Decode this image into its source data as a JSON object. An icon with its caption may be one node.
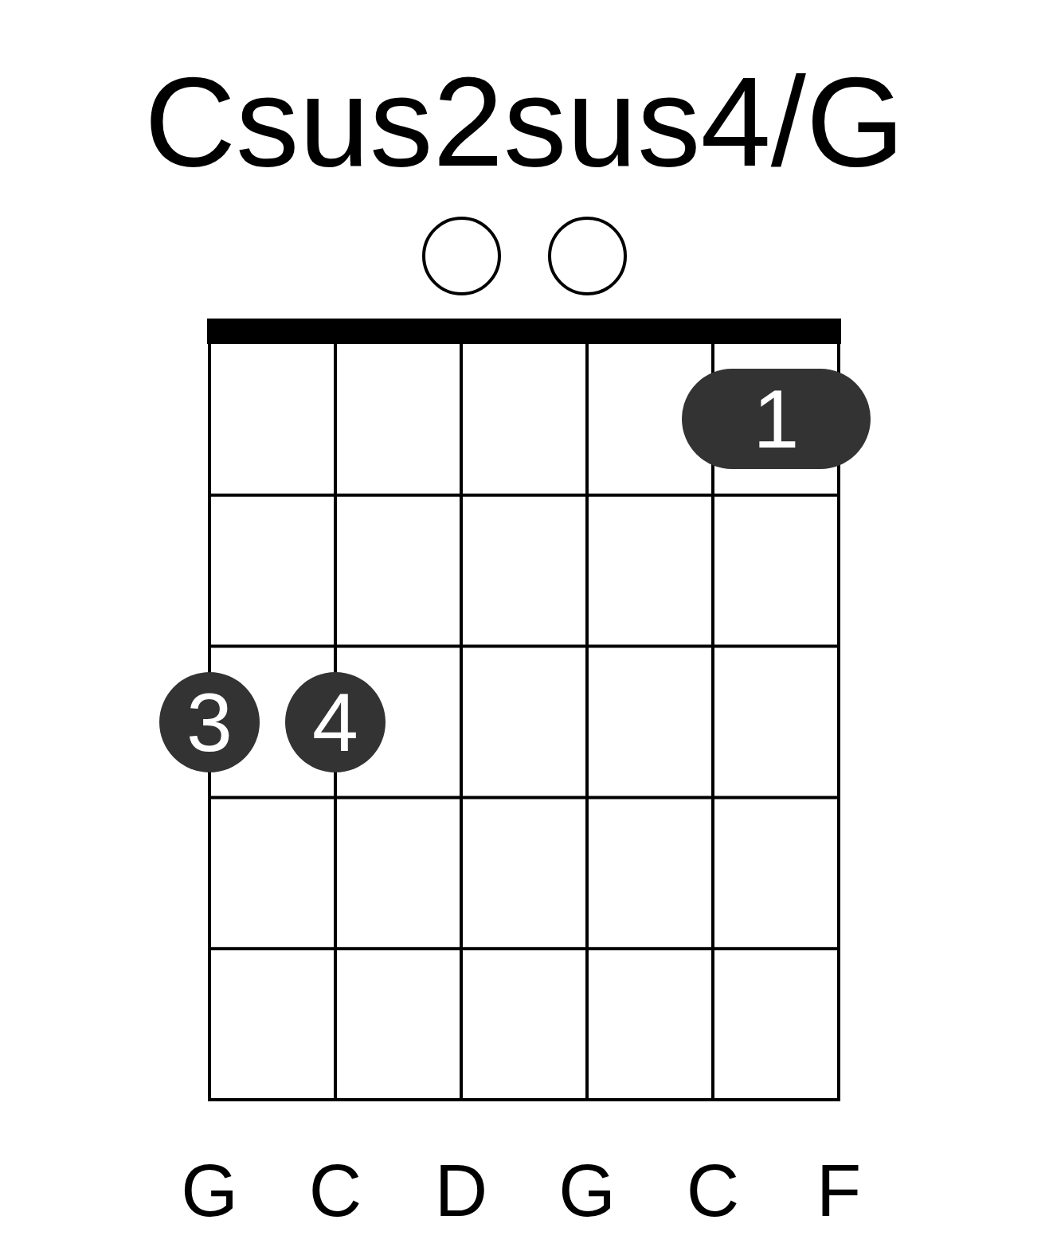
{
  "diagram": {
    "title": "Csus2sus4/G",
    "nodes": [
      {
        "text": [],
        "shape": "circle"
      },
      {
        "text": [],
        "shape": "circle"
      },
      {
        "text": [
          "1"
        ]
      },
      {
        "text": [
          "3"
        ]
      },
      {
        "text": [
          "4"
        ]
      }
    ],
    "labels": [
      "G",
      "C",
      "D",
      "G",
      "C",
      "F"
    ]
  }
}
